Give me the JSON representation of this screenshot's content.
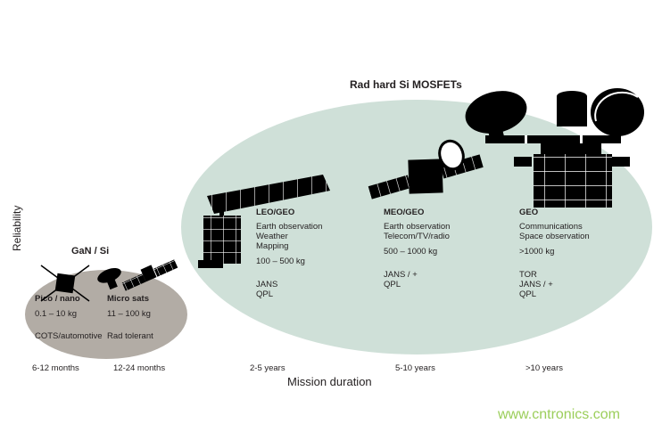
{
  "watermark": "www.cntronics.com",
  "axes": {
    "y_label": "Reliability",
    "x_label": "Mission duration",
    "x_ticks": [
      "6-12 months",
      "12-24 months",
      "2-5 years",
      "5-10 years",
      ">10 years"
    ]
  },
  "groups": {
    "gan": {
      "title": "GaN / Si",
      "items": [
        {
          "name": "Pico / nano",
          "mass": "0.1 – 10 kg",
          "grade": "COTS/automotive"
        },
        {
          "name": "Micro sats",
          "mass": "11 – 100 kg",
          "grade": "Rad tolerant"
        }
      ]
    },
    "radhard": {
      "title": "Rad hard Si MOSFETs",
      "items": [
        {
          "name": "LEO/GEO",
          "applications": [
            "Earth observation",
            "Weather",
            "Mapping"
          ],
          "mass": "100 – 500 kg",
          "grades": [
            "JANS",
            "QPL"
          ]
        },
        {
          "name": "MEO/GEO",
          "applications": [
            "Earth observation",
            "Telecom/TV/radio"
          ],
          "mass": "500 – 1000 kg",
          "grades": [
            "JANS / +",
            "QPL"
          ]
        },
        {
          "name": "GEO",
          "applications": [
            "Communications",
            "Space observation"
          ],
          "mass": ">1000 kg",
          "grades": [
            "TOR",
            "JANS / +",
            "QPL"
          ]
        }
      ]
    }
  },
  "icons": {
    "pico_nano": "cubesat-icon",
    "micro_sats": "small-satellites-icon",
    "leo": "leo-satellite-icon",
    "meo": "meo-satellite-icon",
    "geo": "geo-satellite-icon"
  },
  "colors": {
    "text": "#231f20",
    "gan_ellipse": "#b2aca5",
    "radhard_ellipse": "#cfe0d8",
    "watermark": "#9bce5a"
  }
}
